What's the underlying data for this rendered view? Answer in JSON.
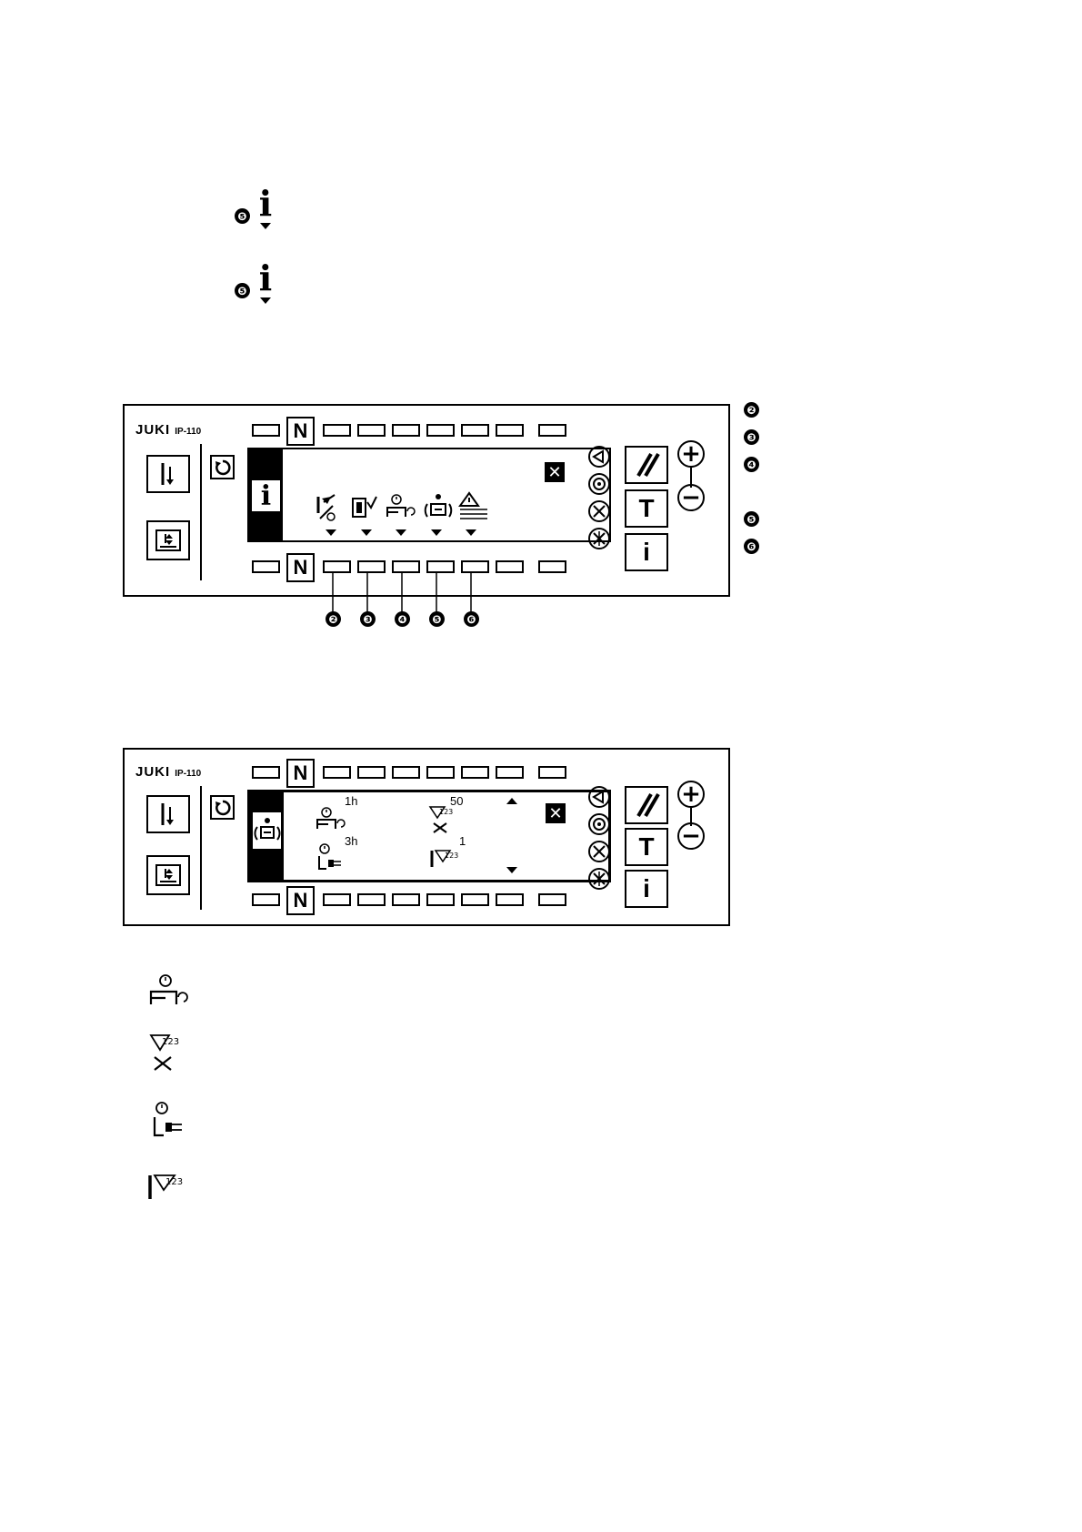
{
  "intro": {
    "step_marker": "❺",
    "info_symbol": "i"
  },
  "panel1": {
    "brand": "JUKI",
    "model": "IP-110",
    "key_n_top": "N",
    "key_n_bottom": "N",
    "key_t": "T",
    "key_i": "i",
    "key_plus": "+",
    "key_minus": "−",
    "screen_info_symbol": "i",
    "close_symbol": "✕",
    "callouts_bottom": [
      "❷",
      "❸",
      "❹",
      "❺",
      "❻"
    ],
    "callouts_right": [
      "❷",
      "❸",
      "❹",
      "❺",
      "❻"
    ]
  },
  "panel2": {
    "brand": "JUKI",
    "model": "IP-110",
    "key_n_top": "N",
    "key_n_bottom": "N",
    "key_t": "T",
    "key_i": "i",
    "key_plus": "+",
    "key_minus": "−",
    "close_symbol": "✕",
    "values": {
      "maintenance_time": "1h",
      "thread_trim_count": "50",
      "power_time": "3h",
      "needle_count": "1"
    }
  },
  "legend": {
    "icons": [
      "maintenance-time-icon",
      "thread-trim-count-icon",
      "power-on-time-icon",
      "needle-count-icon"
    ]
  }
}
